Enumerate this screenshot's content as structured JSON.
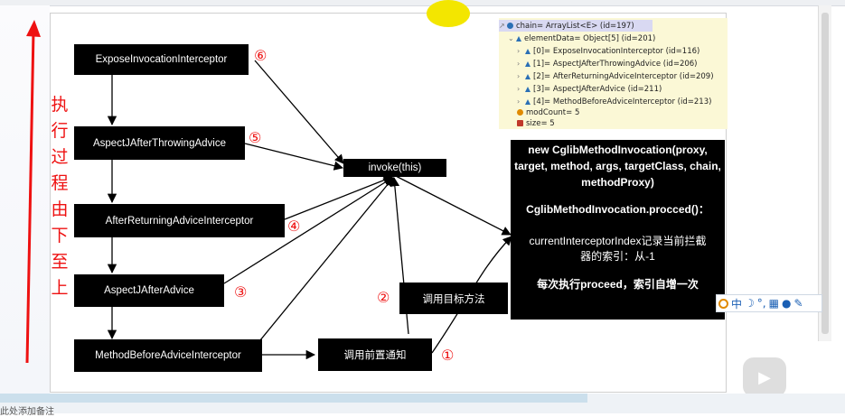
{
  "nodes": {
    "expose": "ExposeInvocationInterceptor",
    "throwing": "AspectJAfterThrowingAdvice",
    "returning": "AfterReturningAdviceInterceptor",
    "after": "AspectJAfterAdvice",
    "before": "MethodBeforeAdviceInterceptor",
    "invoke": "invoke(this)",
    "call_before": "调用前置通知",
    "call_target": "调用目标方法"
  },
  "numbers": {
    "n1": "①",
    "n2": "②",
    "n3": "③",
    "n4": "④",
    "n5": "⑤",
    "n6": "⑥"
  },
  "left_label": [
    "执",
    "行",
    "过",
    "程",
    "由",
    "下",
    "至",
    "上"
  ],
  "info_box": {
    "line1": "new CglibMethodInvocation(proxy,",
    "line2": "target, method, args, targetClass, chain,",
    "line3": "methodProxy)",
    "line4": "CglibMethodInvocation.procced()：",
    "line5": "currentInterceptorIndex记录当前拦截",
    "line6": "器的索引：从-1",
    "line7": "每次执行proceed，索引自增一次"
  },
  "debug_panel": {
    "root": "chain= ArrayList<E>  (id=197)",
    "elementData": "elementData= Object[5]  (id=201)",
    "items": [
      "[0]= ExposeInvocationInterceptor  (id=116)",
      "[1]= AspectJAfterThrowingAdvice  (id=206)",
      "[2]= AfterReturningAdviceInterceptor  (id=209)",
      "[3]= AspectJAfterAdvice  (id=211)",
      "[4]= MethodBeforeAdviceInterceptor  (id=213)"
    ],
    "modCount": "modCount= 5",
    "size": "size= 5"
  },
  "ime_bar": {
    "label": "中"
  },
  "bottom_hint": "此处添加备注",
  "colors": {
    "accent_red": "#ee1111",
    "box_black": "#000000",
    "debug_bg": "#fbf8d6"
  }
}
